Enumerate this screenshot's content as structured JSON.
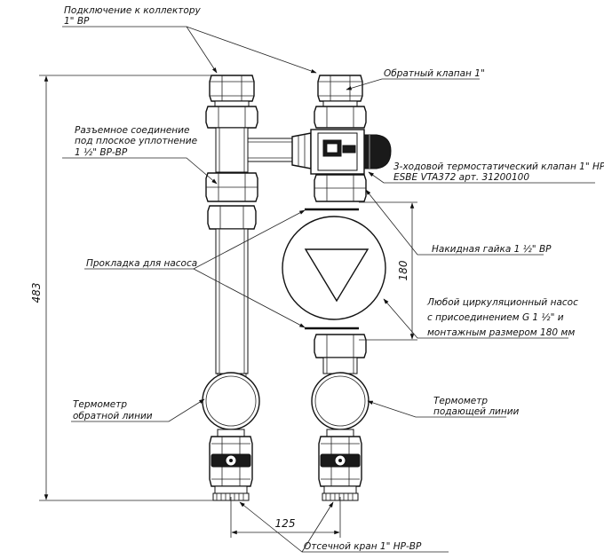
{
  "labels": {
    "collector": [
      "Подключение к коллектору",
      "1\" ВР"
    ],
    "check_valve": "Обратный клапан 1\"",
    "union": [
      "Разъемное соединение",
      "под плоское уплотнение",
      "1 ½\" ВР-ВР"
    ],
    "thermo_valve": [
      "3-ходовой термостатический клапан 1\" НР",
      "ESBE VTA372 арт. 31200100"
    ],
    "union_nut": "Накидная гайка 1 ½\" ВР",
    "pump_gasket": "Прокладка для насоса",
    "pump": [
      "Любой циркуляционный насос",
      "с присоединением G 1 ½\" и",
      "монтажным размером 180 мм"
    ],
    "thermo_return": [
      "Термометр",
      "обратной линии"
    ],
    "thermo_supply": [
      "Термометр",
      "подающей линии"
    ],
    "shutoff": "Отсечной кран 1\" НР-ВР"
  },
  "dimensions": {
    "height": "483",
    "pump_length": "180",
    "spacing": "125"
  },
  "colors": {
    "line": "#111111",
    "background": "#ffffff"
  }
}
